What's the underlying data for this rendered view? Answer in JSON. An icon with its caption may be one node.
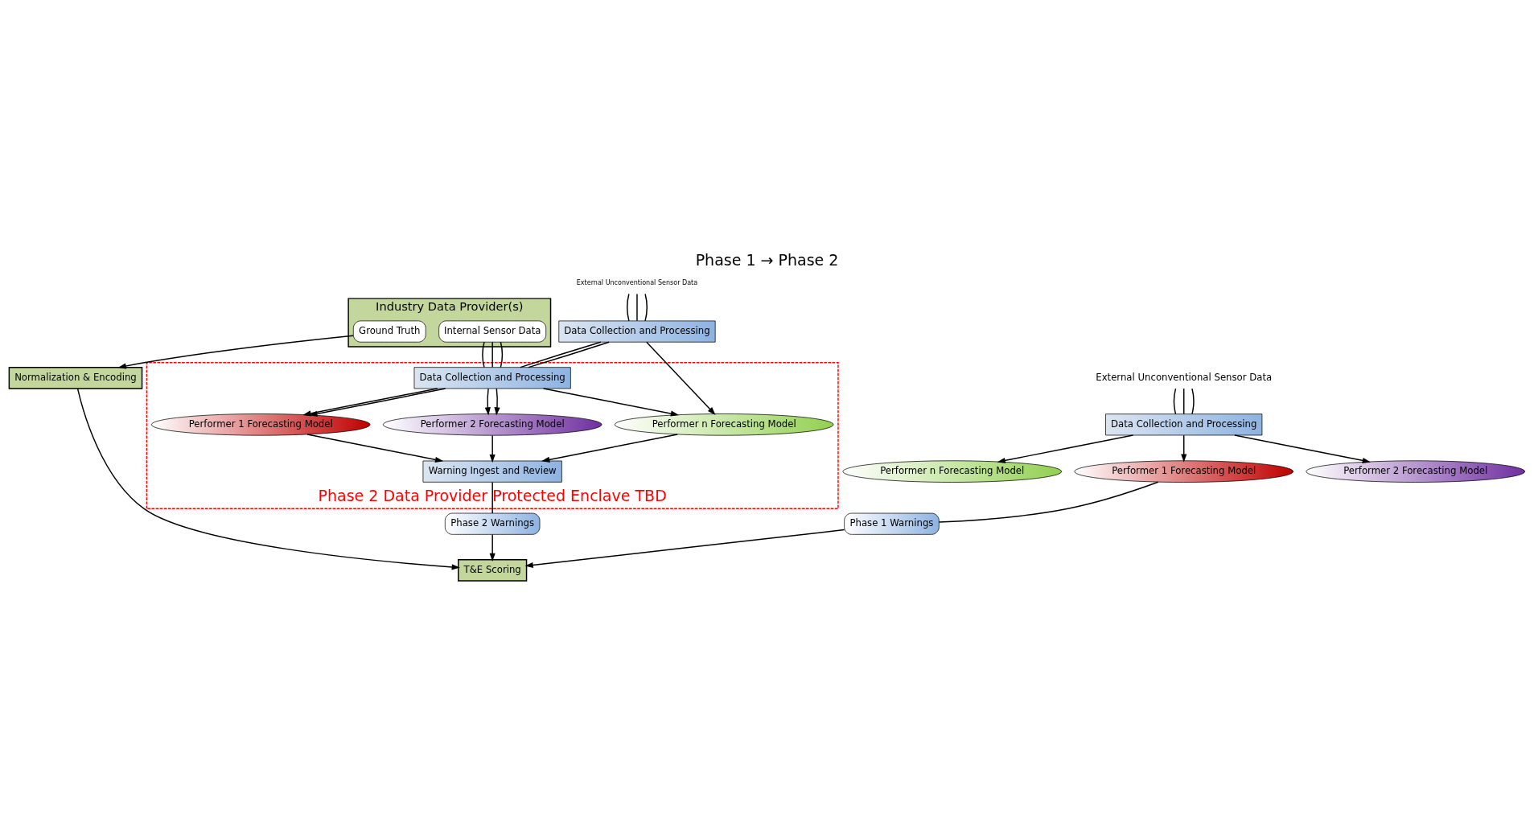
{
  "diagram": {
    "title": "Phase 1 → Phase 2",
    "nodes": [
      {
        "text": [
          "Industry Data Provider(s)"
        ]
      },
      {
        "text": [
          "Ground Truth"
        ],
        "in": 0
      },
      {
        "text": [
          "Internal Sensor Data"
        ],
        "in": 0
      },
      {
        "text": [
          "External Unconventional Sensor Data"
        ]
      },
      {
        "text": [
          "Data Collection and Processing"
        ]
      },
      {
        "text": [
          "Performer 1 Forecasting Model"
        ]
      },
      {
        "text": [
          "Performer 2 Forecasting Model"
        ]
      },
      {
        "text": [
          "Performer n Forecasting Model"
        ]
      },
      {
        "text": [
          "Phase 1 Warnings"
        ]
      },
      {
        "text": [
          "Normalization & Encoding"
        ]
      },
      {
        "text": [
          "T&E Scoring"
        ]
      },
      {
        "text": [
          "Phase 2 Data Provider Protected Enclave TBD"
        ]
      },
      {
        "text": [
          "External Unconventional Sensor Data"
        ]
      },
      {
        "text": [
          "Data Collection and Processing"
        ]
      },
      {
        "text": [
          "Data Collection and Processing"
        ],
        "in": 11
      },
      {
        "text": [
          "Performer 1 Forecasting Model"
        ],
        "in": 11
      },
      {
        "text": [
          "Performer 2 Forecasting Model"
        ],
        "in": 11
      },
      {
        "text": [
          "Performer n Forecasting Model"
        ],
        "in": 11
      },
      {
        "text": [
          "Warning Ingest and Review"
        ],
        "in": 11
      },
      {
        "text": [
          "Phase 2 Warnings"
        ]
      }
    ],
    "edges": [
      {
        "from": 3,
        "to": 4,
        "arrow": "none"
      },
      {
        "from": 3,
        "to": 4,
        "arrow": "none"
      },
      {
        "from": 3,
        "to": 4,
        "arrow": "none"
      },
      {
        "from": 4,
        "to": 5,
        "arrow": "to"
      },
      {
        "from": 4,
        "to": 6,
        "arrow": "to"
      },
      {
        "from": 4,
        "to": 7,
        "arrow": "to"
      },
      {
        "from": 5,
        "to": 8,
        "arrow": "none"
      },
      {
        "from": 8,
        "to": 10,
        "arrow": "to"
      },
      {
        "from": 1,
        "to": 9,
        "arrow": "to"
      },
      {
        "from": 9,
        "to": 10,
        "arrow": "to"
      },
      {
        "from": 12,
        "to": 13,
        "arrow": "none"
      },
      {
        "from": 12,
        "to": 13,
        "arrow": "none"
      },
      {
        "from": 12,
        "to": 13,
        "arrow": "none"
      },
      {
        "from": 13,
        "to": 14,
        "arrow": "none"
      },
      {
        "from": 13,
        "to": 14,
        "arrow": "none"
      },
      {
        "from": 13,
        "to": 17,
        "arrow": "to"
      },
      {
        "from": 2,
        "to": 14,
        "arrow": "none"
      },
      {
        "from": 2,
        "to": 14,
        "arrow": "none"
      },
      {
        "from": 2,
        "to": 14,
        "arrow": "none"
      },
      {
        "from": 14,
        "to": 15,
        "arrow": "to"
      },
      {
        "from": 14,
        "to": 15,
        "arrow": "to"
      },
      {
        "from": 14,
        "to": 16,
        "arrow": "to"
      },
      {
        "from": 14,
        "to": 16,
        "arrow": "to"
      },
      {
        "from": 14,
        "to": 17,
        "arrow": "to"
      },
      {
        "from": 15,
        "to": 18,
        "arrow": "to"
      },
      {
        "from": 16,
        "to": 18,
        "arrow": "to"
      },
      {
        "from": 17,
        "to": 18,
        "arrow": "to"
      },
      {
        "from": 18,
        "to": 19,
        "arrow": "none"
      },
      {
        "from": 19,
        "to": 10,
        "arrow": "to"
      }
    ]
  }
}
